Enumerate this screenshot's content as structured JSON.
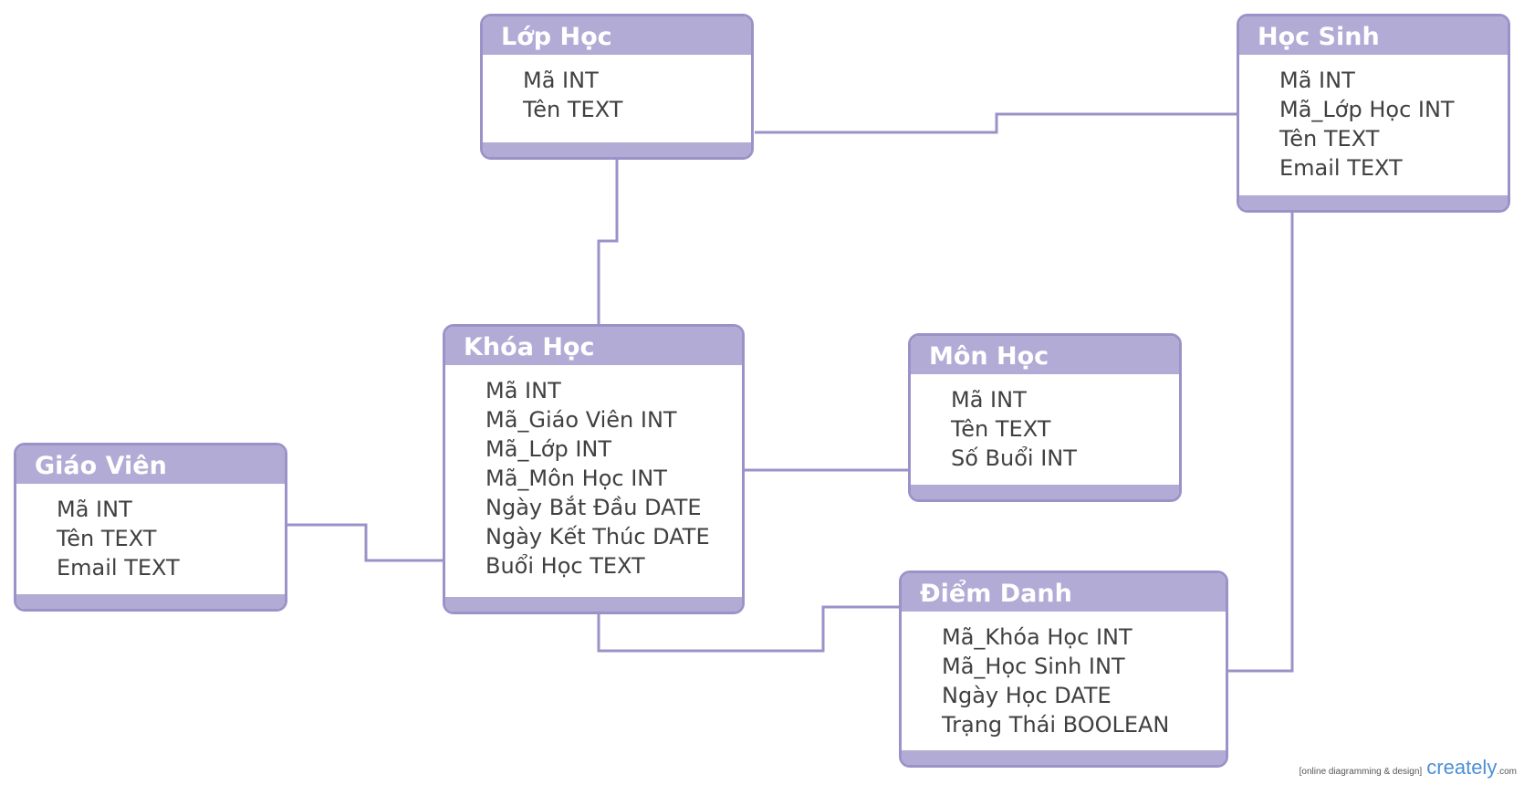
{
  "entities": {
    "lop_hoc": {
      "title": "Lớp Học",
      "fields": [
        "Mã  INT",
        "Tên TEXT"
      ]
    },
    "hoc_sinh": {
      "title": "Học Sinh",
      "fields": [
        "Mã INT",
        "Mã_Lớp Học INT",
        "Tên TEXT",
        "Email TEXT"
      ]
    },
    "khoa_hoc": {
      "title": "Khóa Học",
      "fields": [
        "Mã INT",
        "Mã_Giáo Viên INT",
        "Mã_Lớp INT",
        "Mã_Môn Học INT",
        "Ngày Bắt Đầu DATE",
        "Ngày Kết Thúc DATE",
        "Buổi Học TEXT"
      ]
    },
    "mon_hoc": {
      "title": "Môn Học",
      "fields": [
        "Mã INT",
        "Tên TEXT",
        "Số Buổi INT"
      ]
    },
    "giao_vien": {
      "title": "Giáo Viên",
      "fields": [
        "Mã INT",
        "Tên TEXT",
        "Email TEXT"
      ]
    },
    "diem_danh": {
      "title": "Điểm Danh",
      "fields": [
        "Mã_Khóa Học INT",
        "Mã_Học Sinh INT",
        "Ngày Học DATE",
        "Trạng Thái BOOLEAN"
      ]
    }
  },
  "watermark": {
    "tagline": "[online diagramming & design]",
    "brand": "creately",
    "suffix": ".com"
  },
  "colors": {
    "header": "#b1abd6",
    "border": "#9b93c8",
    "line": "#9b93c8",
    "text": "#404040"
  }
}
